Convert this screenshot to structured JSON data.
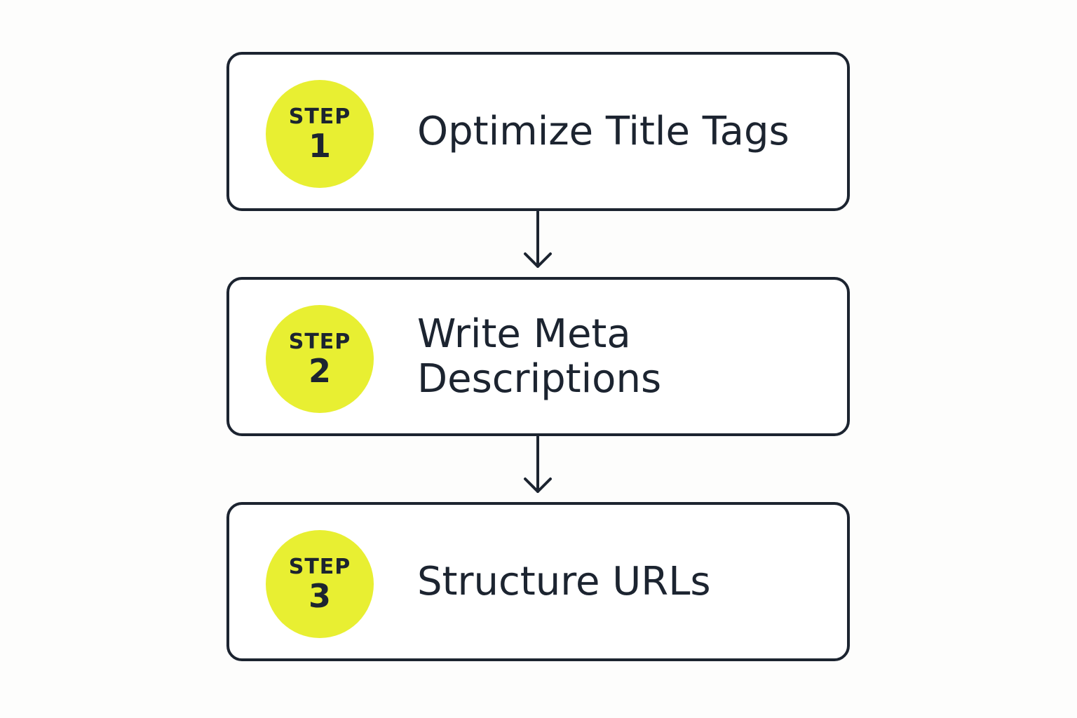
{
  "colors": {
    "badge": "#e8ef32",
    "border": "#1c2430",
    "text": "#1c2430",
    "background": "#fdfdfc"
  },
  "steps": [
    {
      "label": "STEP",
      "number": "1",
      "text": "Optimize Title Tags"
    },
    {
      "label": "STEP",
      "number": "2",
      "text": "Write Meta Descriptions"
    },
    {
      "label": "STEP",
      "number": "3",
      "text": "Structure URLs"
    }
  ]
}
